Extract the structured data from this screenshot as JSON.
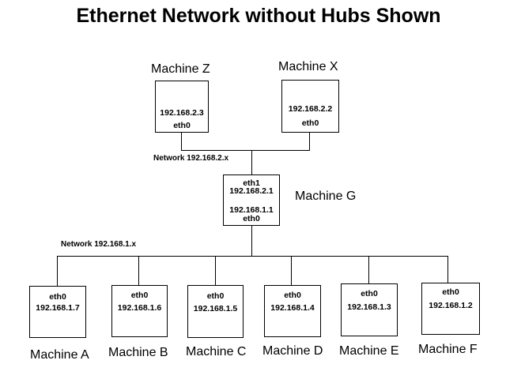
{
  "title": "Ethernet Network without Hubs Shown",
  "networks": {
    "upper": "Network 192.168.2.x",
    "lower": "Network 192.168.1.x"
  },
  "machines": {
    "z": {
      "name": "Machine Z",
      "ip": "192.168.2.3",
      "iface": "eth0"
    },
    "x": {
      "name": "Machine X",
      "ip": "192.168.2.2",
      "iface": "eth0"
    },
    "g": {
      "name": "Machine G",
      "iface1": "eth1",
      "ip1": "192.168.2.1",
      "ip0": "192.168.1.1",
      "iface0": "eth0"
    },
    "a": {
      "name": "Machine A",
      "iface": "eth0",
      "ip": "192.168.1.7"
    },
    "b": {
      "name": "Machine B",
      "iface": "eth0",
      "ip": "192.168.1.6"
    },
    "c": {
      "name": "Machine C",
      "iface": "eth0",
      "ip": "192.168.1.5"
    },
    "d": {
      "name": "Machine D",
      "iface": "eth0",
      "ip": "192.168.1.4"
    },
    "e": {
      "name": "Machine E",
      "iface": "eth0",
      "ip": "192.168.1.3"
    },
    "f": {
      "name": "Machine F",
      "iface": "eth0",
      "ip": "192.168.1.2"
    }
  }
}
